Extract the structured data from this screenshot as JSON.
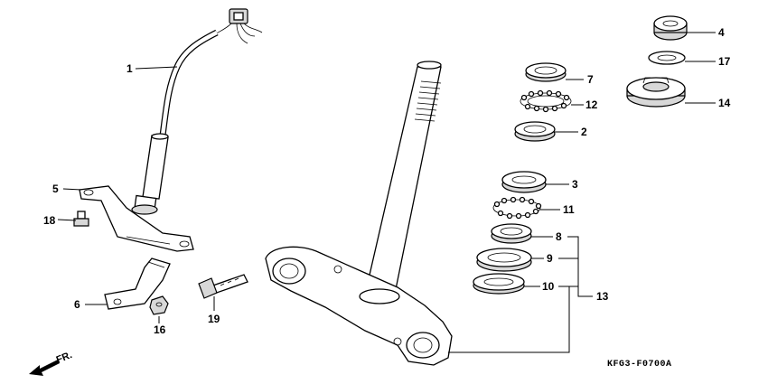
{
  "diagram": {
    "callouts": {
      "p1": "1",
      "p2": "2",
      "p3": "3",
      "p4": "4",
      "p5": "5",
      "p6": "6",
      "p7": "7",
      "p8": "8",
      "p9": "9",
      "p10": "10",
      "p11": "11",
      "p12": "12",
      "p13": "13",
      "p14": "14",
      "p16": "16",
      "p17": "17",
      "p18": "18",
      "p19": "19"
    },
    "direction_label": "FR.",
    "drawing_code": "KFG3-F0700A"
  }
}
